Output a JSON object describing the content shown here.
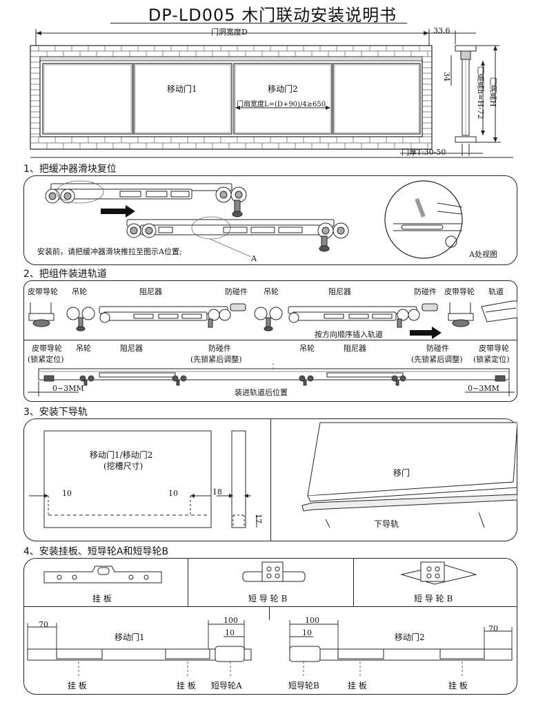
{
  "title": "DP-LD005 木门联动安装说明书",
  "header_diagram": {
    "width_label": "门洞宽度D",
    "side_width": "33.6",
    "door1": "移动门1",
    "door2": "移动门2",
    "leaf_width": "门扇宽度L=(D+90)/4≥650",
    "dim_34": "34",
    "leaf_height": "门扇高h=H-72",
    "opening_height": "门洞高H",
    "thickness": "门厚T:30-50"
  },
  "step1": {
    "heading": "1、把缓冲器滑块复位",
    "note": "安装前，请把缓冲器滑块推拉至图示A位置;",
    "a_label": "A",
    "view_label": "A处视图"
  },
  "step2": {
    "heading": "2、把组件装进轨道",
    "top_labels": [
      "皮带导轮",
      "吊轮",
      "阻尼器",
      "防碰件",
      "吊轮",
      "阻尼器",
      "防碰件",
      "皮带导轮",
      "轨道"
    ],
    "insert_note": "按方向顺序插入轨道",
    "bottom_labels": {
      "belt_left": "皮带导轮",
      "belt_left_sub": "(锁紧定位)",
      "wheel_left": "吊轮",
      "damper_left": "阻尼器",
      "bumper_left": "防碰件",
      "bumper_left_sub": "(先锁紧后调整)",
      "wheel_right": "吊轮",
      "damper_right": "阻尼器",
      "bumper_right": "防碰件",
      "bumper_right_sub": "(先锁紧后调整)",
      "belt_right": "皮带导轮",
      "belt_right_sub": "(锁紧定位)"
    },
    "gap_left": "0~3MM",
    "gap_right": "0~3MM",
    "position_note": "装进轨道后位置"
  },
  "step3": {
    "heading": "3、安装下导轨",
    "door_label": "移动门1/移动门2",
    "door_sub": "(挖槽尺寸)",
    "dim_left": "10",
    "dim_right": "10",
    "dim_18": "18",
    "dim_17": "17",
    "door_right": "移门",
    "rail": "下导轨"
  },
  "step4": {
    "heading": "4、安装挂板、短导轮A和短导轮B",
    "part1": "挂  板",
    "part2": "短 导 轮 B",
    "part3": "短 导 轮 B",
    "door1": "移动门1",
    "door2": "移动门2",
    "dim_70_left": "70",
    "dim_100_left": "100",
    "dim_10_left": "10",
    "dim_100_right": "100",
    "dim_10_right": "10",
    "dim_70_right": "70",
    "bottom_labels": [
      "挂 板",
      "挂 板",
      "短导轮A",
      "短导轮B",
      "挂 板",
      "挂 板"
    ]
  }
}
